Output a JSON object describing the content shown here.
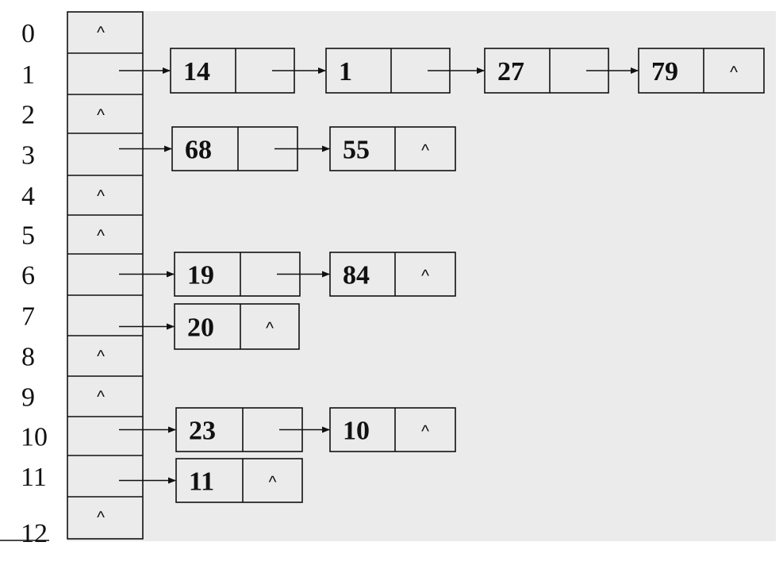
{
  "colors": {
    "background": "#ebebeb",
    "stroke": "#111111",
    "page": "#ffffff"
  },
  "null_symbol": "^",
  "slots": [
    {
      "index": "0",
      "chain": []
    },
    {
      "index": "1",
      "chain": [
        "14",
        "1",
        "27",
        "79"
      ]
    },
    {
      "index": "2",
      "chain": []
    },
    {
      "index": "3",
      "chain": [
        "68",
        "55"
      ]
    },
    {
      "index": "4",
      "chain": []
    },
    {
      "index": "5",
      "chain": []
    },
    {
      "index": "6",
      "chain": [
        "19",
        "84"
      ]
    },
    {
      "index": "7",
      "chain": [
        "20"
      ]
    },
    {
      "index": "8",
      "chain": []
    },
    {
      "index": "9",
      "chain": []
    },
    {
      "index": "10",
      "chain": [
        "23",
        "10"
      ]
    },
    {
      "index": "11",
      "chain": [
        "11"
      ]
    },
    {
      "index": "12",
      "chain": []
    }
  ]
}
